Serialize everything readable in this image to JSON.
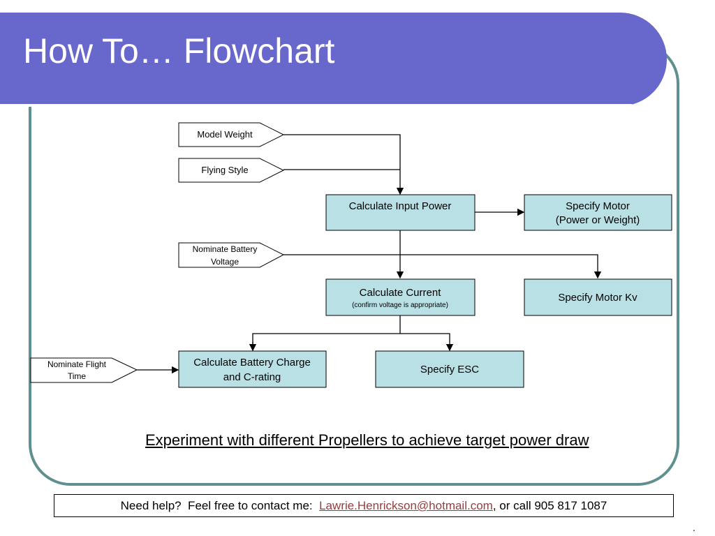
{
  "title": "How To… Flowchart",
  "inputs": {
    "model_weight": "Model Weight",
    "flying_style": "Flying Style",
    "battery_voltage_1": "Nominate Battery",
    "battery_voltage_2": "Voltage",
    "flight_time_1": "Nominate Flight",
    "flight_time_2": "Time"
  },
  "boxes": {
    "input_power": "Calculate Input Power",
    "motor_1": "Specify Motor",
    "motor_2": "(Power or Weight)",
    "current": "Calculate Current",
    "current_note": "(confirm voltage is appropriate)",
    "motor_kv": "Specify Motor Kv",
    "battery_1": "Calculate Battery Charge",
    "battery_2": "and C-rating",
    "esc": "Specify ESC"
  },
  "note": "Experiment with different Propellers to achieve target power draw",
  "contact": {
    "prefix": "Need help?  Feel free to contact me:  ",
    "email": "Lawrie.Henrickson@hotmail.com",
    "suffix": ", or call 905 817 1087"
  },
  "dot": ".",
  "colors": {
    "title_bar": "#6868cc",
    "frame": "#5f8f8e",
    "box_fill": "#b9e0e5"
  }
}
